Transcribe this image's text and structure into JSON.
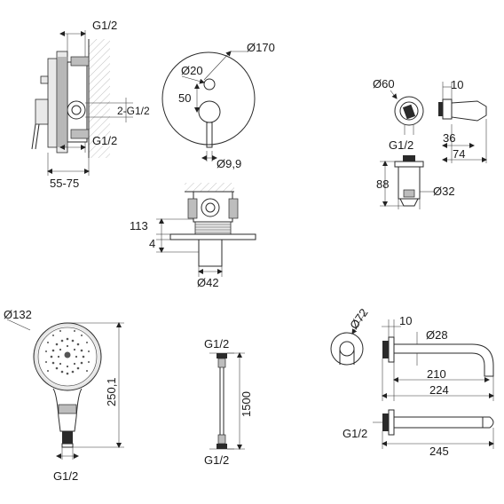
{
  "mixer_side": {
    "top_thread": "G1/2",
    "side_thread": "2-G1/2",
    "bottom_thread": "G1/2",
    "depth": "55-75"
  },
  "mixer_front": {
    "plate_diameter": "Ø170",
    "knob_diameter": "Ø20",
    "offset": "50",
    "lever_diameter": "Ø9,9"
  },
  "mixer_top": {
    "height": "113",
    "step": "4",
    "diameter": "Ø42"
  },
  "holder": {
    "diameter": "Ø60",
    "width": "10",
    "thread": "G1/2",
    "depth_small": "36",
    "depth_total": "74",
    "height": "88",
    "base_diameter": "Ø32"
  },
  "hand_shower": {
    "diameter": "Ø132",
    "length": "250,1",
    "thread": "G1/2"
  },
  "hose": {
    "top_thread": "G1/2",
    "length": "1500",
    "bottom_thread": "G1/2"
  },
  "spout": {
    "flange_diameter": "Ø72",
    "flange_width": "10",
    "pipe_diameter": "Ø28",
    "length_inner": "210",
    "length_total": "224",
    "thread": "G1/2",
    "length_top_view": "245"
  }
}
